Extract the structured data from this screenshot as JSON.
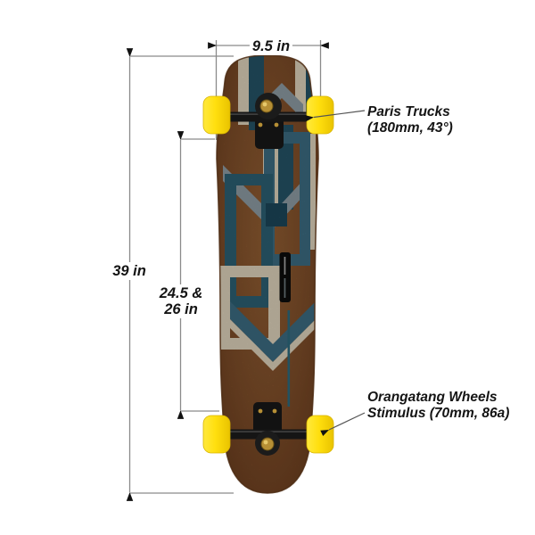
{
  "dimension_labels": {
    "width": "9.5 in",
    "length": "39 in",
    "wheelbase": [
      "24.5 &",
      "26 in"
    ]
  },
  "callouts": {
    "trucks": {
      "line1": "Paris Trucks",
      "line2": "(180mm, 43°)"
    },
    "wheels": {
      "line1": "Orangatang Wheels",
      "line2": "Stimulus (70mm, 86a)"
    }
  },
  "colors": {
    "background": "#ffffff",
    "deck_wood": "#84512b",
    "deck_wood_light": "#9a6436",
    "deck_edge": "#4c2c13",
    "art_steel_blue": "#3e7187",
    "art_dark_teal": "#27576b",
    "art_navy": "#1d4a5e",
    "art_cream": "#e8dcc4",
    "art_gray_blue": "#93a2ab",
    "wheel_yellow": "#ffdf0e",
    "truck_black": "#151515",
    "hardware_gold": "#b68f35",
    "dimension_line": "#8a8a8a",
    "text": "#141414"
  }
}
